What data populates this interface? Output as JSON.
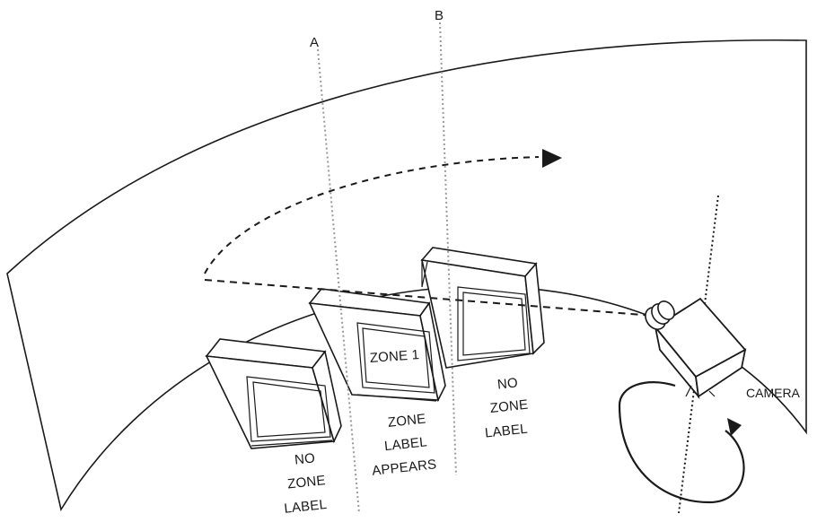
{
  "markers": {
    "a": "A",
    "b": "B"
  },
  "screen_label": "ZONE 1",
  "zone_labels": {
    "left": [
      "NO",
      "ZONE",
      "LABEL"
    ],
    "middle": [
      "ZONE",
      "LABEL",
      "APPEARS"
    ],
    "right": [
      "NO",
      "ZONE",
      "LABEL"
    ]
  },
  "camera_label": "CAMERA"
}
